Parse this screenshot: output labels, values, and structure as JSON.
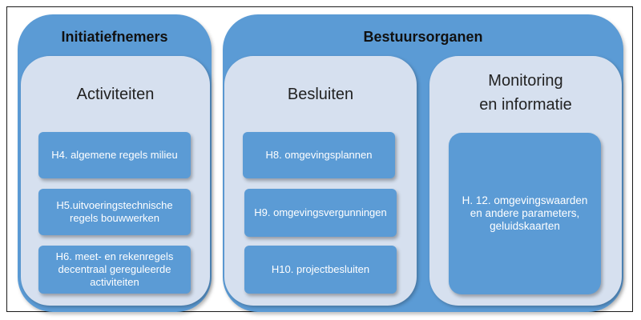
{
  "initiatiefnemers": {
    "title": "Initiatiefnemers",
    "activiteiten": {
      "title": "Activiteiten",
      "items": [
        "H4. algemene regels milieu",
        "H5.uitvoeringstechnische regels bouwwerken",
        "H6. meet- en rekenregels decentraal gereguleerde activiteiten"
      ]
    }
  },
  "bestuursorganen": {
    "title": "Bestuursorganen",
    "besluiten": {
      "title": "Besluiten",
      "items": [
        "H8. omgevingsplannen",
        "H9. omgevingsvergunningen",
        "H10. projectbesluiten"
      ]
    },
    "monitoring": {
      "title_line1": "Monitoring",
      "title_line2": "en informatie",
      "item": "H. 12. omgevingswaarden en andere parameters, geluidskaarten"
    }
  },
  "colors": {
    "outer_blue": "#5b9bd5",
    "inner_panel": "#d6e0ef",
    "box_text": "#ffffff"
  }
}
